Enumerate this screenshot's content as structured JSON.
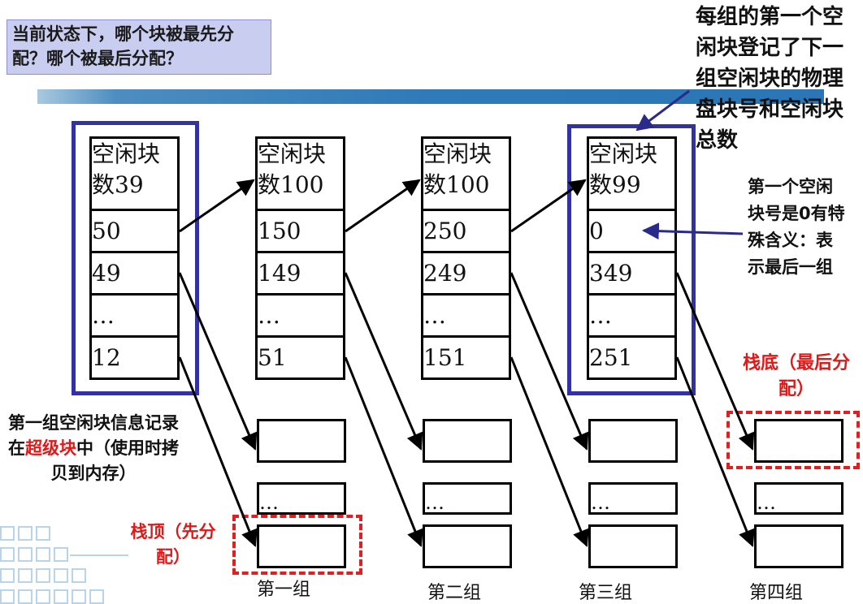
{
  "question": "当前状态下，哪个块被最先分配？哪个被最后分配？",
  "note_group_info": "每组的第一个空闲块登记了下一组空闲块的物理盘块号和空闲块总数",
  "note_zero": "第一个空闲块号是0有特殊含义：表示最后一组",
  "note_stack_bottom": "栈底（最后分配）",
  "note_stack_top": "栈顶（先分配）",
  "superblock_note": {
    "part1": "第一组空闲块信息记录在",
    "highlight": "超级块",
    "part2": "中（使用时拷贝到内存）"
  },
  "columns": [
    {
      "head": "空闲块\n数39",
      "cells": [
        "50",
        "49",
        "…",
        "12"
      ]
    },
    {
      "head": "空闲块\n数100",
      "cells": [
        "150",
        "149",
        "…",
        "51"
      ]
    },
    {
      "head": "空闲块\n数100",
      "cells": [
        "250",
        "249",
        "…",
        "151"
      ]
    },
    {
      "head": "空闲块\n数99",
      "cells": [
        "0",
        "349",
        "…",
        "251"
      ]
    }
  ],
  "data_blocks": {
    "ellipsis": "…"
  },
  "group_labels": [
    "第一组",
    "第二组",
    "第三组",
    "第四组"
  ],
  "colors": {
    "highlight_box": "#3333a0",
    "dashed": "#e02020",
    "accent_text": "#e01818",
    "question_bg": "#c9cdf0",
    "banner": "#2f7ab8"
  }
}
